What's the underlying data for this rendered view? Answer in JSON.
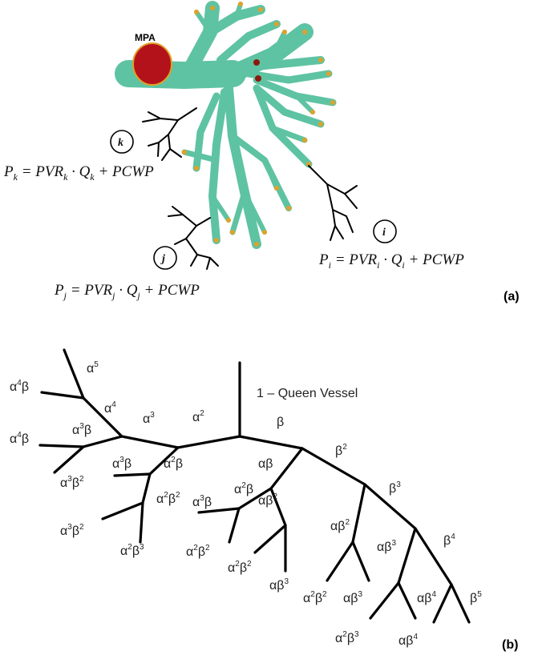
{
  "panel_a": {
    "label": "(a)",
    "mpa_label": "MPA",
    "outlets": [
      {
        "letter": "k",
        "eq_p": "P",
        "eq_sub": "k",
        "eq_rest": " = PVR",
        "eq_sub2": "k",
        "eq_q": " · Q",
        "eq_sub3": "k",
        "eq_tail": " + PCWP"
      },
      {
        "letter": "j",
        "eq_p": "P",
        "eq_sub": "j",
        "eq_rest": " = PVR",
        "eq_sub2": "j",
        "eq_q": " · Q",
        "eq_sub3": "j",
        "eq_tail": " + PCWP"
      },
      {
        "letter": "i",
        "eq_p": "P",
        "eq_sub": "i",
        "eq_rest": " = PVR",
        "eq_sub2": "i",
        "eq_q": " · Q",
        "eq_sub3": "i",
        "eq_tail": " + PCWP"
      }
    ],
    "colors": {
      "vessel": "#5ec3a2",
      "mpa": "#b3121b",
      "tip": "#e0a12a"
    }
  },
  "panel_b": {
    "label": "(b)",
    "root_label": "1 – Queen Vessel",
    "labels": [
      {
        "base": "α",
        "sup": "5"
      },
      {
        "base": "α",
        "sup": "4",
        "tail": "β"
      },
      {
        "base": "α",
        "sup": "4"
      },
      {
        "base": "α",
        "sup": "4",
        "tail": "β"
      },
      {
        "base": "α",
        "sup": "3",
        "tail": "β"
      },
      {
        "base": "α",
        "sup": "3"
      },
      {
        "base": "α",
        "sup": "2"
      },
      {
        "base": "β"
      },
      {
        "base": "α",
        "sup": "3",
        "tail": "β"
      },
      {
        "base": "α",
        "sup": "2",
        "tail": "β"
      },
      {
        "base": "α",
        "sup": "3",
        "tail": "β",
        "sup2": "2"
      },
      {
        "base": "α",
        "sup": "2",
        "tail": "β",
        "sup2": "2"
      },
      {
        "base": "α",
        "sup": "3",
        "tail": "β",
        "sup2": "2"
      },
      {
        "base": "α",
        "sup": "2",
        "tail": "β",
        "sup2": "3"
      },
      {
        "base": "αβ"
      },
      {
        "base": "α",
        "sup": "2",
        "tail": "β"
      },
      {
        "base": "α",
        "sup": "3",
        "tail": "β"
      },
      {
        "base": "α",
        "tail": "β",
        "sup2": "2"
      },
      {
        "base": "α",
        "sup": "2",
        "tail": "β",
        "sup2": "2"
      },
      {
        "base": "α",
        "sup": "2",
        "tail": "β",
        "sup2": "2"
      },
      {
        "base": "α",
        "tail": "β",
        "sup2": "3"
      },
      {
        "base": "β",
        "sup": "2"
      },
      {
        "base": "β",
        "sup": "3"
      },
      {
        "base": "α",
        "tail": "β",
        "sup2": "2"
      },
      {
        "base": "α",
        "tail": "β",
        "sup2": "3"
      },
      {
        "base": "α",
        "sup": "2",
        "tail": "β",
        "sup2": "2"
      },
      {
        "base": "α",
        "tail": "β",
        "sup2": "3"
      },
      {
        "base": "β",
        "sup": "4"
      },
      {
        "base": "α",
        "tail": "β",
        "sup2": "4"
      },
      {
        "base": "β",
        "sup": "5"
      },
      {
        "base": "α",
        "sup": "2",
        "tail": "β",
        "sup2": "3"
      },
      {
        "base": "α",
        "tail": "β",
        "sup2": "4"
      }
    ]
  }
}
